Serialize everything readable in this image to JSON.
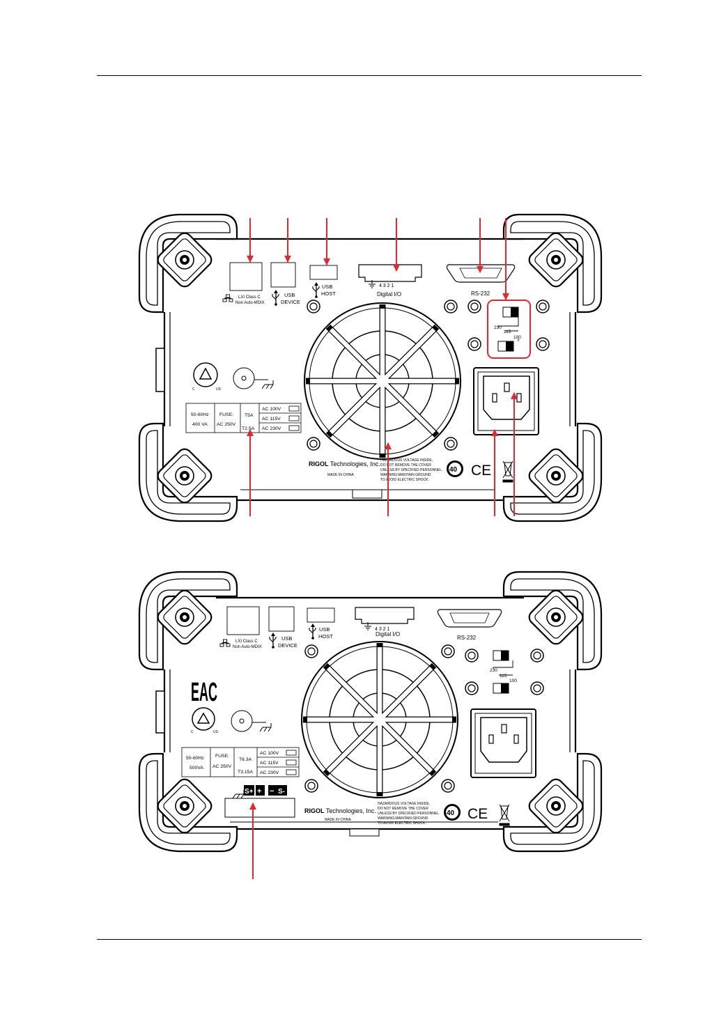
{
  "panel1": {
    "lan": [
      "LXI Class C",
      "Non Auto-MDIX"
    ],
    "usb_device": [
      "USB",
      "DEVICE"
    ],
    "usb_host": [
      "USB",
      "HOST"
    ],
    "dio_pins": "4  3  2  1",
    "dio_label": "Digital I/O",
    "rs232": "RS-232",
    "voltage_selector": {
      "v230": "230",
      "v115": "115",
      "v100": "100"
    },
    "fuse_table": {
      "freq": "50-60Hz",
      "power": "400 VA",
      "fuse_label": "FUSE:",
      "fuse_rating": "AC 250V",
      "fuse_a": "T5A",
      "fuse_b": "T2.5A",
      "ac_rows": [
        "AC  100V",
        "AC  115V",
        "AC  230V"
      ]
    },
    "cert_c": "C",
    "cert_us": "US",
    "brand_name": "RIGOL",
    "brand_rest": "Technologies, Inc.",
    "made_in": "MADE IN CHINA",
    "warning": [
      "HAZARDOUS VOLTAGE INSIDE,",
      "DO NOT REMOVE THE COVER",
      "UNLESS BY SPECIFIED PERSONNEL.",
      "WARNING:MAINTAIN GROUND",
      "TO AVOID ELECTRIC SHOCK."
    ],
    "rohs": "40",
    "ce": "CE"
  },
  "panel2": {
    "lan": [
      "LXI Class C",
      "Non Auto-MDIX"
    ],
    "usb_device": [
      "USB",
      "DEVICE"
    ],
    "usb_host": [
      "USB",
      "HOST"
    ],
    "dio_pins": "4  3  2  1",
    "dio_label": "Digital I/O",
    "rs232": "RS-232",
    "voltage_selector": {
      "v230": "230",
      "v115": "115",
      "v100": "100"
    },
    "eac": "EAC",
    "fuse_table": {
      "freq": "50-60Hz",
      "power": "500VA",
      "fuse_label": "FUSE:",
      "fuse_rating": "AC 250V",
      "fuse_a": "T6.3A",
      "fuse_b": "T3.15A",
      "ac_rows": [
        "AC  100V",
        "AC  115V",
        "AC  230V"
      ]
    },
    "cert_c": "C",
    "cert_us": "US",
    "sense_terminals": [
      "S+",
      "+",
      "−",
      "S-"
    ],
    "brand_name": "RIGOL",
    "brand_rest": "Technologies, Inc.",
    "made_in": "MADE IN CHINA",
    "warning": [
      "HAZARDOUS VOLTAGE INSIDE,",
      "DO NOT REMOVE THE COVER",
      "UNLESS BY SPECIFIED PERSONNEL.",
      "WARNING:MAINTAIN GROUND",
      "TO AVOID ELECTRIC SHOCK."
    ],
    "rohs": "40",
    "ce": "CE"
  },
  "colors": {
    "callout": "#e8262d",
    "ink": "#000000"
  }
}
